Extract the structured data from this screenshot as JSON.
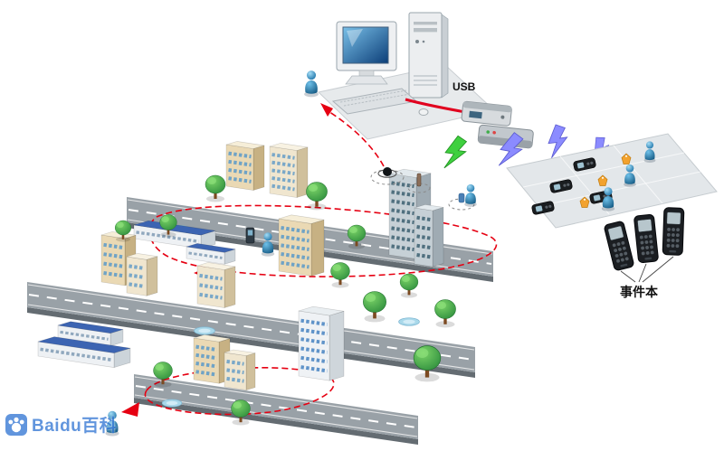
{
  "labels": {
    "usb": "USB",
    "event_book": "事件本",
    "watermark": "Baidu百科"
  },
  "colors": {
    "patrol_route_red": "#e60012",
    "lightning_green": "#3fd03f",
    "lightning_purple": "#8b8bff",
    "tag_orange": "#f2a22e",
    "person_blue": "#1b72a8",
    "road_gray": "#99a1a7",
    "blue_roof": "#3c64b2"
  }
}
